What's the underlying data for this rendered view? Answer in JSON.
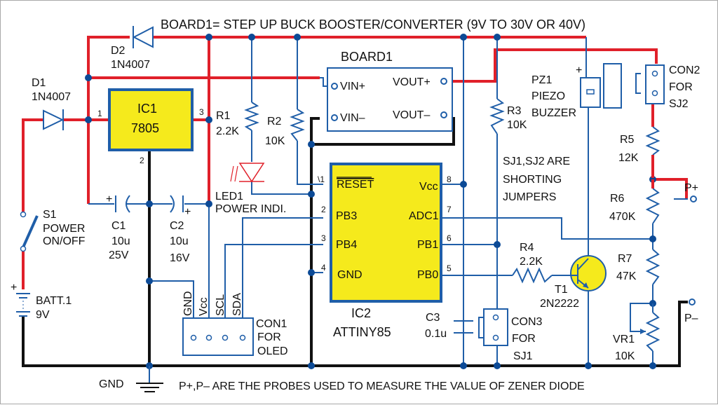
{
  "title": "BOARD1=  STEP UP BUCK BOOSTER/CONVERTER (9V TO  30V OR 40V)",
  "footer_note": "P+,P– ARE THE PROBES USED TO MEASURE THE VALUE OF ZENER DIODE",
  "jumper_note": [
    "SJ1,SJ2 ARE",
    "SHORTING",
    "JUMPERS"
  ],
  "colors": {
    "supply": "#e0202a",
    "signal": "#1f5ea8",
    "ground": "#111111",
    "ic_fill": "#f5ea1c",
    "junction": "#0c4a96"
  },
  "components": {
    "d1": {
      "ref": "D1",
      "value": "1N4007"
    },
    "d2": {
      "ref": "D2",
      "value": "1N4007"
    },
    "ic1": {
      "ref": "IC1",
      "value": "7805",
      "pins": [
        "1",
        "2",
        "3"
      ]
    },
    "r1": {
      "ref": "R1",
      "value": "2.2K"
    },
    "r2": {
      "ref": "R2",
      "value": "10K"
    },
    "r3": {
      "ref": "R3",
      "value": "10K"
    },
    "r4": {
      "ref": "R4",
      "value": "2.2K"
    },
    "r5": {
      "ref": "R5",
      "value": "12K"
    },
    "r6": {
      "ref": "R6",
      "value": "470K"
    },
    "r7": {
      "ref": "R7",
      "value": "47K"
    },
    "vr1": {
      "ref": "VR1",
      "value": "10K"
    },
    "c1": {
      "ref": "C1",
      "value": "10u",
      "rating": "25V"
    },
    "c2": {
      "ref": "C2",
      "value": "10u",
      "rating": "16V"
    },
    "c3": {
      "ref": "C3",
      "value": "0.1u"
    },
    "led1": {
      "ref": "LED1",
      "value": "POWER INDI."
    },
    "s1": {
      "ref": "S1",
      "value": "POWER",
      "value2": "ON/OFF"
    },
    "batt": {
      "ref": "BATT.1",
      "value": "9V"
    },
    "pz1": {
      "ref": "PZ1",
      "value": "PIEZO",
      "value2": "BUZZER"
    },
    "t1": {
      "ref": "T1",
      "value": "2N2222"
    },
    "con1": {
      "ref": "CON1",
      "value": "FOR",
      "value2": "OLED",
      "pins": [
        "GND",
        "Vcc",
        "SCL",
        "SDA"
      ]
    },
    "con2": {
      "ref": "CON2",
      "value": "FOR",
      "value2": "SJ2"
    },
    "con3": {
      "ref": "CON3",
      "value": "FOR",
      "value2": "SJ1"
    },
    "board1": {
      "ref": "BOARD1",
      "pins": [
        "VIN+",
        "VIN–",
        "VOUT+",
        "VOUT–"
      ]
    },
    "ic2": {
      "ref": "IC2",
      "value": "ATTINY85",
      "left_pins": [
        {
          "num": "\\1",
          "name": "RESET"
        },
        {
          "num": "2",
          "name": "PB3"
        },
        {
          "num": "3",
          "name": "PB4"
        },
        {
          "num": "4",
          "name": "GND"
        }
      ],
      "right_pins": [
        {
          "num": "8",
          "name": "Vcc"
        },
        {
          "num": "7",
          "name": "ADC1"
        },
        {
          "num": "6",
          "name": "PB1"
        },
        {
          "num": "5",
          "name": "PB0"
        }
      ]
    }
  },
  "probes": {
    "p_plus": "P+",
    "p_minus": "P–"
  },
  "gnd_label": "GND",
  "plus_sign": "+"
}
